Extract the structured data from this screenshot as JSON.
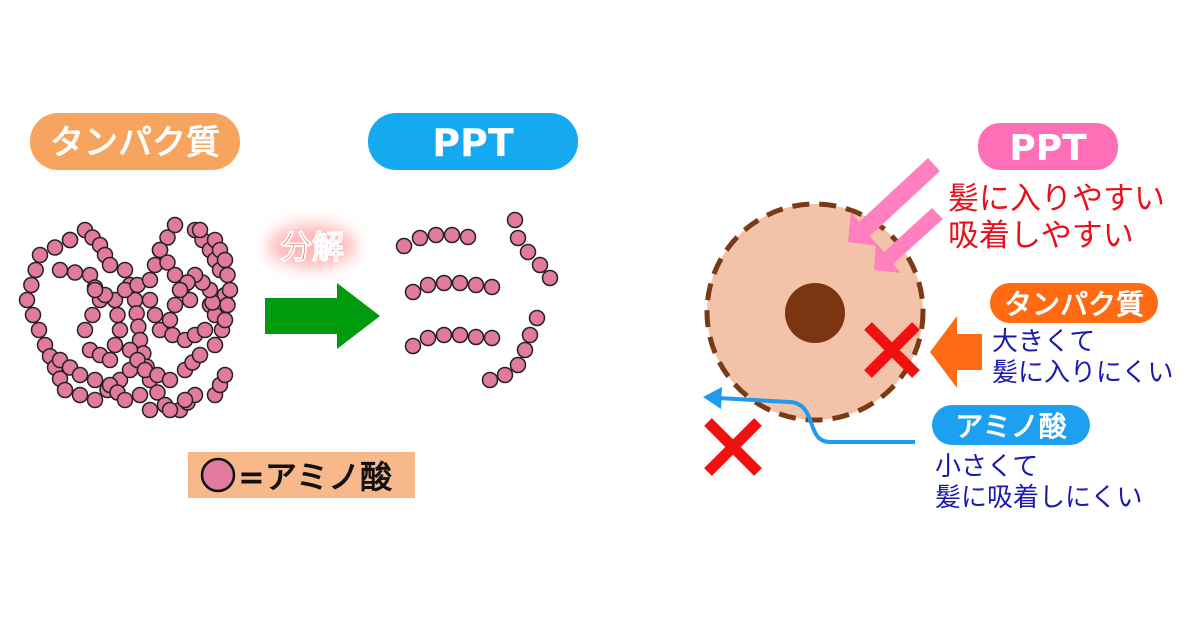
{
  "left": {
    "protein_label": "タンパク質",
    "ppt_label": "PPT",
    "decompose_label": "分解",
    "legend_label": "=アミノ酸"
  },
  "right": {
    "ppt_label": "PPT",
    "ppt_desc": [
      "髪に入りやすい",
      "吸着しやすい"
    ],
    "protein_label": "タンパク質",
    "protein_desc": [
      "大きくて",
      "髪に入りにくい"
    ],
    "amino_label": "アミノ酸",
    "amino_desc": [
      "小さくて",
      "髪に吸着しにくい"
    ]
  },
  "colors": {
    "protein_pill": "#F7A45E",
    "ppt_pill_left": "#14A9F0",
    "bead": "#E27A9E",
    "arrow_green": "#009A0E",
    "hair": "#F2C3A8",
    "hair_core": "#7B3510",
    "ppt_pill_right": "#FF6FB5",
    "protein_pill_right": "#FF6A13",
    "amino_pill": "#1EA0F0",
    "red_text": "#E8101A",
    "blue_text": "#1A1AB0"
  }
}
